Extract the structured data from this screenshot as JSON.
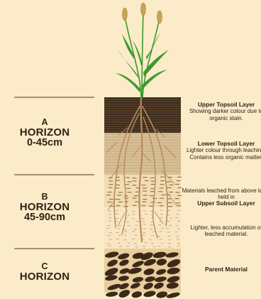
{
  "horizons": [
    {
      "letter": "A",
      "name": "HORIZON",
      "range": "0-45cm"
    },
    {
      "letter": "B",
      "name": "HORIZON",
      "range": "45-90cm"
    },
    {
      "letter": "C",
      "name": "HORIZON",
      "range": ""
    }
  ],
  "layers": [
    {
      "title": "Upper Topsoil Layer",
      "body_before": "Showing darker colour due to organic stain.",
      "body_after": ""
    },
    {
      "title": "Lower Topsoil Layer",
      "body_before": "Lighter colour through leaching. Contains less organic matter.",
      "body_after": ""
    },
    {
      "title": "Upper Subsoil Layer",
      "body_before": "Materials leached from above layer held in",
      "body_after": ""
    },
    {
      "title": "",
      "body_before": "Lighter, less accumulation of leached material.",
      "body_after": ""
    },
    {
      "title": "Parent Material",
      "body_before": "",
      "body_after": ""
    }
  ],
  "colors": {
    "background": "#fbebc9",
    "divider": "#6b5a45",
    "soil_dark": "#3b2a1a",
    "soil_mid": "#8c6d4b",
    "soil_light": "#d8bf96",
    "root": "#b88a5c",
    "plant": "#3c9a2e",
    "grain": "#c8a356"
  }
}
